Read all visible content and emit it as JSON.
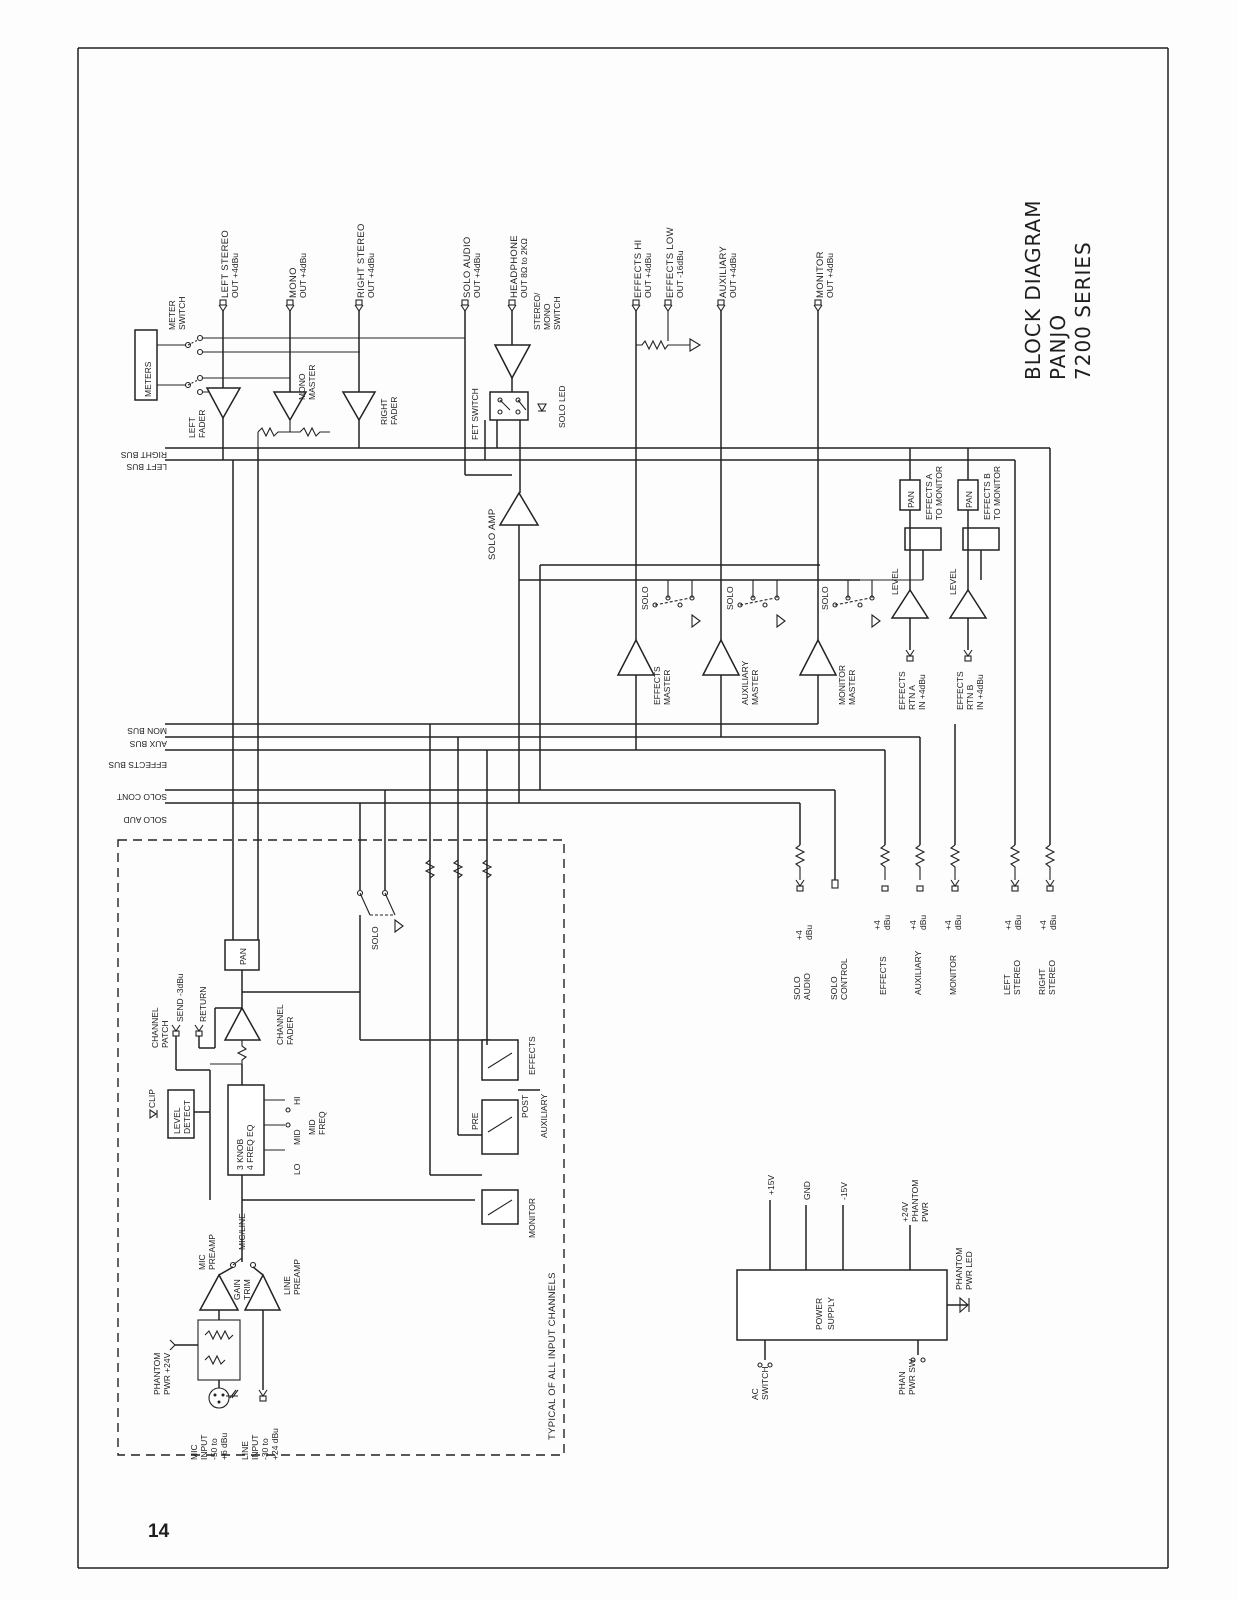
{
  "page_number": "14",
  "title": {
    "line1": "BLOCK DIAGRAM",
    "line2": "PANJO",
    "line3": "7200 SERIES"
  },
  "buses": {
    "right": "RIGHT BUS",
    "left": "LEFT BUS",
    "mon": "MON BUS",
    "aux": "AUX BUS",
    "effects": "EFFECTS BUS",
    "solo_cont": "SOLO CONT",
    "solo_aud": "SOLO AUD"
  },
  "outputs_top": {
    "left_stereo": [
      "LEFT STEREO",
      "OUT +4dBu"
    ],
    "mono": [
      "MONO",
      "OUT +4dBu"
    ],
    "right_stereo": [
      "RIGHT STEREO",
      "OUT +4dBu"
    ],
    "solo_audio": [
      "SOLO AUDIO",
      "OUT +4dBu"
    ],
    "headphone": [
      "HEADPHONE",
      "OUT 8Ω to 2KΩ"
    ],
    "effects_hi": [
      "EFFECTS HI",
      "OUT +4dBu"
    ],
    "effects_low": [
      "EFFECTS LOW",
      "OUT -16dBu"
    ],
    "auxiliary": [
      "AUXILIARY",
      "OUT +4dBu"
    ],
    "monitor": [
      "MONITOR",
      "OUT +4dBu"
    ]
  },
  "master": {
    "meters": "METERS",
    "meter_switch": [
      "METER",
      "SWITCH"
    ],
    "left_fader": [
      "LEFT",
      "FADER"
    ],
    "mono_master": [
      "MONO",
      "MASTER"
    ],
    "right_fader": [
      "RIGHT",
      "FADER"
    ],
    "fet_switch": "FET SWITCH",
    "stereo_mono_switch": [
      "STEREO/",
      "MONO",
      "SWITCH"
    ],
    "solo_led": "SOLO LED",
    "solo_amp": "SOLO AMP",
    "solo": "SOLO",
    "effects_master": [
      "EFFECTS",
      "MASTER"
    ],
    "auxiliary_master": [
      "AUXILIARY",
      "MASTER"
    ],
    "monitor_master": [
      "MONITOR",
      "MASTER"
    ],
    "pan": "PAN",
    "level": "LEVEL",
    "effects_a_to_monitor": [
      "EFFECTS A",
      "TO MONITOR"
    ],
    "effects_b_to_monitor": [
      "EFFECTS B",
      "TO MONITOR"
    ],
    "effects_rtn_a": [
      "EFFECTS",
      "RTN A",
      "IN +4dBu"
    ],
    "effects_rtn_b": [
      "EFFECTS",
      "RTN B",
      "IN +4dBu"
    ]
  },
  "bus_outputs": {
    "level": [
      "+4",
      "dBu"
    ],
    "solo_audio": [
      "SOLO",
      "AUDIO"
    ],
    "solo_control": [
      "SOLO",
      "CONTROL"
    ],
    "effects": "EFFECTS",
    "auxiliary": "AUXILIARY",
    "monitor": "MONITOR",
    "left_stereo": [
      "LEFT",
      "STEREO"
    ],
    "right_stereo": [
      "RIGHT",
      "STEREO"
    ]
  },
  "channel": {
    "typical_caption": "TYPICAL OF ALL INPUT CHANNELS",
    "mic_input": [
      "MIC",
      "INPUT",
      "-50 to",
      "+6 dBu"
    ],
    "line_input": [
      "LINE",
      "INPUT",
      "-30 to",
      "+24 dBu"
    ],
    "phantom_pwr": [
      "PHANTOM",
      "PWR +24V"
    ],
    "mic_preamp": [
      "MIC",
      "PREAMP"
    ],
    "gain_trim": [
      "GAIN",
      "TRIM"
    ],
    "line_preamp": [
      "LINE",
      "PREAMP"
    ],
    "mic_line": "MIC/LINE",
    "clip": "CLIP",
    "level_detect": [
      "LEVEL",
      "DETECT"
    ],
    "eq_box": [
      "3 KNOB",
      "4 FREQ EQ"
    ],
    "hi": "HI",
    "mid": "MID",
    "lo": "LO",
    "mid_freq": [
      "MID",
      "FREQ"
    ],
    "channel_patch": [
      "CHANNEL",
      "PATCH"
    ],
    "send": "SEND -3dBu",
    "return": "RETURN",
    "channel_fader": [
      "CHANNEL",
      "FADER"
    ],
    "pan": "PAN",
    "solo": "SOLO",
    "pre": "PRE",
    "post": "POST",
    "monitor": "MONITOR",
    "auxiliary": "AUXILIARY",
    "effects": "EFFECTS"
  },
  "power": {
    "supply": [
      "POWER",
      "SUPPLY"
    ],
    "plus15": "+15V",
    "gnd": "GND",
    "minus15": "-15V",
    "phantom_pwr": [
      "+24V",
      "PHANTOM",
      "PWR"
    ],
    "phantom_led": [
      "PHANTOM",
      "PWR LED"
    ],
    "ac_switch": [
      "AC",
      "SWITCH"
    ],
    "phan_sw": [
      "PHAN",
      "PWR SW"
    ]
  }
}
